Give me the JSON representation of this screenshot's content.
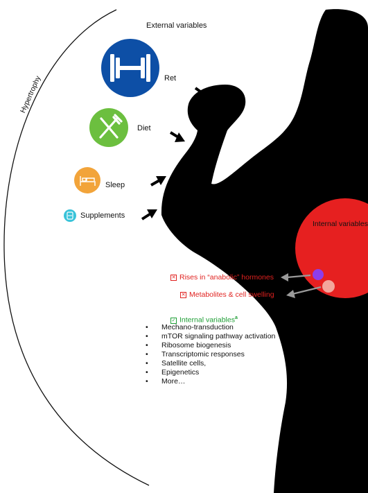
{
  "header": {
    "title": "External variables"
  },
  "arc_label": "Hypertrophy",
  "external": [
    {
      "label": "Ret",
      "icon": "dumbbell-icon",
      "color": "#0d4fa6"
    },
    {
      "label": "Diet",
      "icon": "fork-knife-icon",
      "color": "#6cbf3f"
    },
    {
      "label": "Sleep",
      "icon": "bed-icon",
      "color": "#f2a43a"
    },
    {
      "label": "Supplements",
      "icon": "supplement-icon",
      "color": "#39c3d9"
    }
  ],
  "internal_circle": {
    "label": "Internal variables",
    "color": "#e62020"
  },
  "markers": [
    {
      "label": "Rises in “anabolic” hormones",
      "color": "#8e3de8"
    },
    {
      "label": "Metabolites & cell swelling",
      "color": "#f3a69c"
    }
  ],
  "internal_list": {
    "heading": "Internal variables",
    "superscript": "a",
    "items": [
      "Mechano-transduction",
      "mTOR signaling pathway activation",
      "Ribosome biogenesis",
      "Transcriptomic responses",
      "Satellite cells,",
      "Epigenetics",
      "More…"
    ]
  }
}
